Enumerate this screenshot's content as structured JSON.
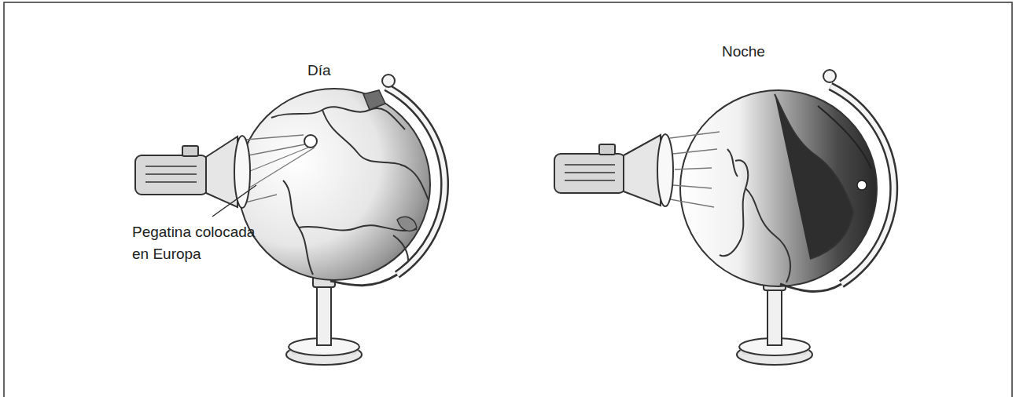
{
  "diagram": {
    "labels": [
      "Día",
      "Noche",
      "Pegatina colocada en Europa"
    ]
  }
}
